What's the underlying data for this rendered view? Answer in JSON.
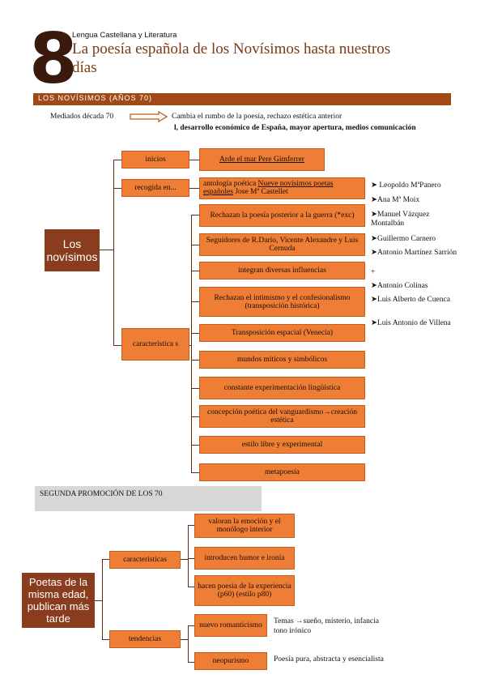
{
  "header": {
    "number": "8",
    "subject": "Lengua Castellana y Literatura",
    "title": "La poesía española de los Novísimos hasta nuestros días"
  },
  "section1": {
    "bar": "LOS NOVÍSIMOS (AÑOS 70)",
    "intro_left": "Mediados década 70",
    "intro_right_line1": "Cambia el rumbo de la poesía, rechazo estética anterior",
    "intro_right_line2": "l, desarrollo económico de España, mayor apertura, medios comunicación",
    "root": "Los novísimos",
    "branches": {
      "inicios": "inicios",
      "recogida": "recogida en...",
      "caracteristicas": "característica s"
    },
    "inicios_box": "Arde el mar Pere Gimferrer",
    "recogida_box_a": "antología poética ",
    "recogida_box_b": "Nueve novísimos poetas españoles",
    "recogida_box_c": " Jose Mª Castellet",
    "features": [
      "Rechazan la poesía posterior a la guerra (*exc)",
      "Seguidores de R.Darío, Vicente Alexandre y Luis Cernuda",
      "integran diversas influencias",
      "Rechazan el intimismo y el confesionalismo (transposición histórica)",
      "Transposición espacial (Venecia)",
      "mundos míticos y simbólicos",
      "constante experimentación lingüística",
      "concepción poética del vanguardismo→creación estética",
      "estilo libre y experimental",
      "metapoesía"
    ],
    "poets": [
      "➤ Leopoldo MªPanero",
      "➤Ana Mª Moix",
      "➤Manuel Vázquez Montalbán",
      "➤Guillermo Carnero",
      "➤Antonio Martínez Sarrión",
      "+",
      "➤Antonio Colinas",
      "➤Luis Alberto de Cuenca",
      "➤Luis Antonio de Villena"
    ]
  },
  "section2": {
    "bar": "SEGUNDA PROMOCIÓN DE LOS 70",
    "root": "Poetas de la misma edad, publican más tarde",
    "branches": {
      "caracteristicas": "características",
      "tendencias": "tendencias"
    },
    "features": [
      "valoran la emoción y el monólogo interior",
      "introducen humor e ironía",
      "hacen poesía de la experiencia (p60) (estilo p80)"
    ],
    "tendencias": [
      {
        "name": "nuevo romanticismo",
        "desc_line1": "Temas →sueño, misterio, infancia",
        "desc_line2": "tono irónico"
      },
      {
        "name": "neopurismo",
        "desc_line1": "Poesía pura, abstracta y esencialista",
        "desc_line2": ""
      }
    ]
  }
}
